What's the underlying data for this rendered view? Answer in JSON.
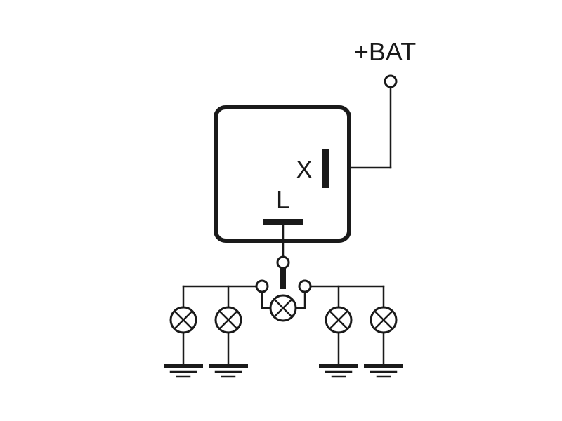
{
  "diagram": {
    "battery_label": "+BAT",
    "terminal_x_label": "X",
    "terminal_l_label": "L"
  },
  "colors": {
    "line": "#1a1a1a",
    "background": "#ffffff"
  }
}
